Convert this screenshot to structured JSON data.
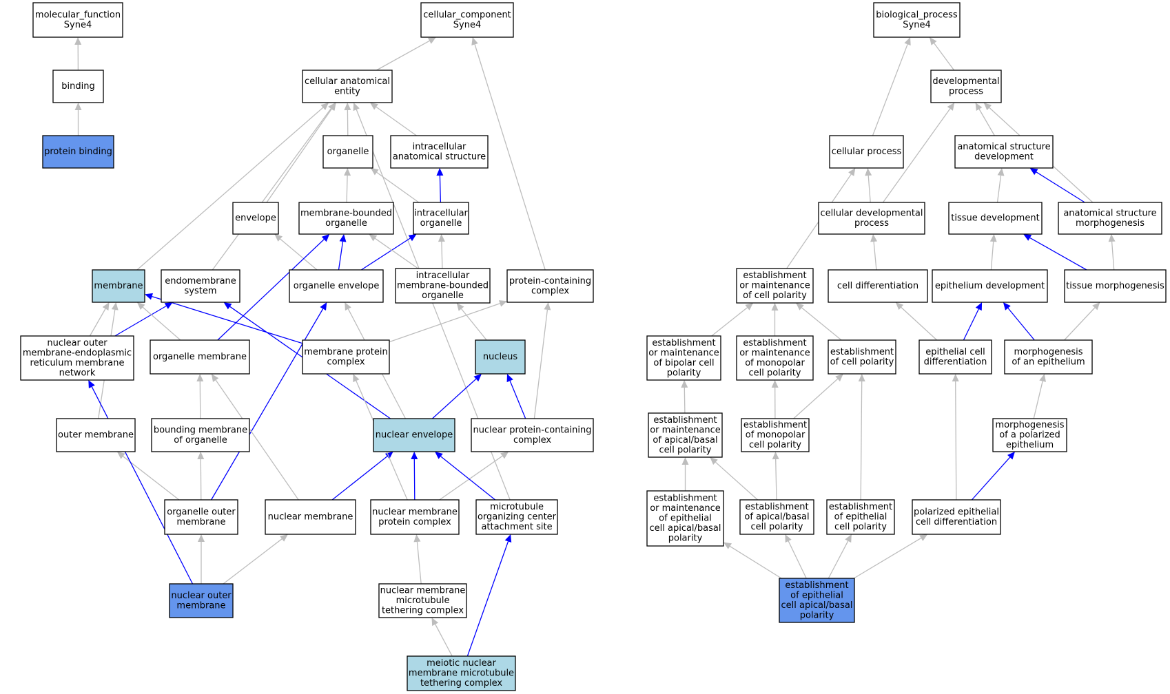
{
  "colors": {
    "node_default": "#ffffff",
    "node_light": "#add8e6",
    "node_dark": "#6495ed",
    "edge_gray": "#bdbdbd",
    "edge_blue": "#0000ff"
  },
  "nodes": [
    {
      "id": "mf",
      "lines": [
        "molecular_function",
        "Syne4"
      ],
      "style": "default"
    },
    {
      "id": "binding",
      "lines": [
        "binding"
      ],
      "style": "default"
    },
    {
      "id": "protbind",
      "lines": [
        "protein binding"
      ],
      "style": "dark"
    },
    {
      "id": "cc",
      "lines": [
        "cellular_component",
        "Syne4"
      ],
      "style": "default"
    },
    {
      "id": "cae",
      "lines": [
        "cellular anatomical",
        "entity"
      ],
      "style": "default"
    },
    {
      "id": "organelle",
      "lines": [
        "organelle"
      ],
      "style": "default"
    },
    {
      "id": "ias",
      "lines": [
        "intracellular",
        "anatomical structure"
      ],
      "style": "default"
    },
    {
      "id": "envelope",
      "lines": [
        "envelope"
      ],
      "style": "default"
    },
    {
      "id": "mbo",
      "lines": [
        "membrane-bounded",
        "organelle"
      ],
      "style": "default"
    },
    {
      "id": "io",
      "lines": [
        "intracellular",
        "organelle"
      ],
      "style": "default"
    },
    {
      "id": "membrane",
      "lines": [
        "membrane"
      ],
      "style": "light"
    },
    {
      "id": "endo",
      "lines": [
        "endomembrane",
        "system"
      ],
      "style": "default"
    },
    {
      "id": "orgenv",
      "lines": [
        "organelle envelope"
      ],
      "style": "default"
    },
    {
      "id": "imbo",
      "lines": [
        "intracellular",
        "membrane-bounded",
        "organelle"
      ],
      "style": "default"
    },
    {
      "id": "pcc",
      "lines": [
        "protein-containing",
        "complex"
      ],
      "style": "default"
    },
    {
      "id": "nomer",
      "lines": [
        "nuclear outer",
        "membrane-endoplasmic",
        "reticulum membrane",
        "network"
      ],
      "style": "default"
    },
    {
      "id": "orgmem",
      "lines": [
        "organelle membrane"
      ],
      "style": "default"
    },
    {
      "id": "mpc",
      "lines": [
        "membrane protein",
        "complex"
      ],
      "style": "default"
    },
    {
      "id": "nucleus",
      "lines": [
        "nucleus"
      ],
      "style": "light"
    },
    {
      "id": "outermem",
      "lines": [
        "outer membrane"
      ],
      "style": "default"
    },
    {
      "id": "bmo",
      "lines": [
        "bounding membrane",
        "of organelle"
      ],
      "style": "default"
    },
    {
      "id": "nucenv",
      "lines": [
        "nuclear envelope"
      ],
      "style": "light"
    },
    {
      "id": "npcc",
      "lines": [
        "nuclear protein-containing",
        "complex"
      ],
      "style": "default"
    },
    {
      "id": "orgouter",
      "lines": [
        "organelle outer",
        "membrane"
      ],
      "style": "default"
    },
    {
      "id": "nucmem",
      "lines": [
        "nuclear membrane"
      ],
      "style": "default"
    },
    {
      "id": "nmpc",
      "lines": [
        "nuclear membrane",
        "protein complex"
      ],
      "style": "default"
    },
    {
      "id": "mtoc",
      "lines": [
        "microtubule",
        "organizing center",
        "attachment site"
      ],
      "style": "default"
    },
    {
      "id": "nom",
      "lines": [
        "nuclear outer",
        "membrane"
      ],
      "style": "dark"
    },
    {
      "id": "nmmtc",
      "lines": [
        "nuclear membrane",
        "microtubule",
        "tethering complex"
      ],
      "style": "default"
    },
    {
      "id": "meiotic",
      "lines": [
        "meiotic nuclear",
        "membrane microtubule",
        "tethering complex"
      ],
      "style": "light"
    },
    {
      "id": "bp",
      "lines": [
        "biological_process",
        "Syne4"
      ],
      "style": "default"
    },
    {
      "id": "devproc",
      "lines": [
        "developmental",
        "process"
      ],
      "style": "default"
    },
    {
      "id": "cellproc",
      "lines": [
        "cellular process"
      ],
      "style": "default"
    },
    {
      "id": "asd",
      "lines": [
        "anatomical structure",
        "development"
      ],
      "style": "default"
    },
    {
      "id": "cdp",
      "lines": [
        "cellular developmental",
        "process"
      ],
      "style": "default"
    },
    {
      "id": "tissuedev",
      "lines": [
        "tissue development"
      ],
      "style": "default"
    },
    {
      "id": "asm",
      "lines": [
        "anatomical structure",
        "morphogenesis"
      ],
      "style": "default"
    },
    {
      "id": "emcp",
      "lines": [
        "establishment",
        "or maintenance",
        "of cell polarity"
      ],
      "style": "default"
    },
    {
      "id": "celldiff",
      "lines": [
        "cell differentiation"
      ],
      "style": "default"
    },
    {
      "id": "epidev",
      "lines": [
        "epithelium development"
      ],
      "style": "default"
    },
    {
      "id": "tissuemorph",
      "lines": [
        "tissue morphogenesis"
      ],
      "style": "default"
    },
    {
      "id": "embcp",
      "lines": [
        "establishment",
        "or maintenance",
        "of bipolar cell",
        "polarity"
      ],
      "style": "default"
    },
    {
      "id": "emmcp",
      "lines": [
        "establishment",
        "or maintenance",
        "of monopolar",
        "cell polarity"
      ],
      "style": "default"
    },
    {
      "id": "ecp",
      "lines": [
        "establishment",
        "of cell polarity"
      ],
      "style": "default"
    },
    {
      "id": "epicelldiff",
      "lines": [
        "epithelial cell",
        "differentiation"
      ],
      "style": "default"
    },
    {
      "id": "moae",
      "lines": [
        "morphogenesis",
        "of an epithelium"
      ],
      "style": "default"
    },
    {
      "id": "emabcp",
      "lines": [
        "establishment",
        "or maintenance",
        "of apical/basal",
        "cell polarity"
      ],
      "style": "default"
    },
    {
      "id": "emocp",
      "lines": [
        "establishment",
        "of monopolar",
        "cell polarity"
      ],
      "style": "default"
    },
    {
      "id": "mpe",
      "lines": [
        "morphogenesis",
        "of a polarized",
        "epithelium"
      ],
      "style": "default"
    },
    {
      "id": "emeabp",
      "lines": [
        "establishment",
        "or maintenance",
        "of epithelial",
        "cell apical/basal",
        "polarity"
      ],
      "style": "default"
    },
    {
      "id": "eabcp",
      "lines": [
        "establishment",
        "of apical/basal",
        "cell polarity"
      ],
      "style": "default"
    },
    {
      "id": "eecp",
      "lines": [
        "establishment",
        "of epithelial",
        "cell polarity"
      ],
      "style": "default"
    },
    {
      "id": "pecd",
      "lines": [
        "polarized epithelial",
        "cell differentiation"
      ],
      "style": "default"
    },
    {
      "id": "eeabp",
      "lines": [
        "establishment",
        "of epithelial",
        "cell apical/basal",
        "polarity"
      ],
      "style": "dark"
    }
  ],
  "edges": [
    {
      "from": "binding",
      "to": "mf",
      "color": "gray"
    },
    {
      "from": "protbind",
      "to": "binding",
      "color": "gray"
    },
    {
      "from": "cae",
      "to": "cc",
      "color": "gray"
    },
    {
      "from": "pcc",
      "to": "cc",
      "color": "gray"
    },
    {
      "from": "organelle",
      "to": "cae",
      "color": "gray"
    },
    {
      "from": "ias",
      "to": "cae",
      "color": "gray"
    },
    {
      "from": "envelope",
      "to": "cae",
      "color": "gray"
    },
    {
      "from": "membrane",
      "to": "cae",
      "color": "gray"
    },
    {
      "from": "endo",
      "to": "cae",
      "color": "gray"
    },
    {
      "from": "mtoc",
      "to": "cae",
      "color": "gray"
    },
    {
      "from": "mbo",
      "to": "organelle",
      "color": "gray"
    },
    {
      "from": "io",
      "to": "organelle",
      "color": "gray"
    },
    {
      "from": "io",
      "to": "ias",
      "color": "blue"
    },
    {
      "from": "orgenv",
      "to": "envelope",
      "color": "gray"
    },
    {
      "from": "orgenv",
      "to": "mbo",
      "color": "blue"
    },
    {
      "from": "orgenv",
      "to": "io",
      "color": "blue"
    },
    {
      "from": "imbo",
      "to": "mbo",
      "color": "gray"
    },
    {
      "from": "imbo",
      "to": "io",
      "color": "gray"
    },
    {
      "from": "nomer",
      "to": "membrane",
      "color": "gray"
    },
    {
      "from": "nomer",
      "to": "endo",
      "color": "blue"
    },
    {
      "from": "orgmem",
      "to": "membrane",
      "color": "gray"
    },
    {
      "from": "orgmem",
      "to": "mbo",
      "color": "blue"
    },
    {
      "from": "mpc",
      "to": "membrane",
      "color": "blue"
    },
    {
      "from": "mpc",
      "to": "pcc",
      "color": "gray"
    },
    {
      "from": "outermem",
      "to": "membrane",
      "color": "gray"
    },
    {
      "from": "nucleus",
      "to": "imbo",
      "color": "gray"
    },
    {
      "from": "nucenv",
      "to": "endo",
      "color": "blue"
    },
    {
      "from": "nucenv",
      "to": "orgenv",
      "color": "gray"
    },
    {
      "from": "nucenv",
      "to": "nucleus",
      "color": "blue"
    },
    {
      "from": "npcc",
      "to": "nucleus",
      "color": "blue"
    },
    {
      "from": "npcc",
      "to": "pcc",
      "color": "gray"
    },
    {
      "from": "bmo",
      "to": "orgmem",
      "color": "gray"
    },
    {
      "from": "orgouter",
      "to": "outermem",
      "color": "gray"
    },
    {
      "from": "orgouter",
      "to": "bmo",
      "color": "gray"
    },
    {
      "from": "orgouter",
      "to": "orgenv",
      "color": "blue"
    },
    {
      "from": "nucmem",
      "to": "orgmem",
      "color": "gray"
    },
    {
      "from": "nucmem",
      "to": "nucenv",
      "color": "blue"
    },
    {
      "from": "nmpc",
      "to": "mpc",
      "color": "gray"
    },
    {
      "from": "nmpc",
      "to": "nucenv",
      "color": "blue"
    },
    {
      "from": "nmpc",
      "to": "npcc",
      "color": "gray"
    },
    {
      "from": "mtoc",
      "to": "nucenv",
      "color": "blue"
    },
    {
      "from": "nom",
      "to": "nomer",
      "color": "blue"
    },
    {
      "from": "nom",
      "to": "orgouter",
      "color": "gray"
    },
    {
      "from": "nom",
      "to": "nucmem",
      "color": "gray"
    },
    {
      "from": "nmmtc",
      "to": "nmpc",
      "color": "gray"
    },
    {
      "from": "meiotic",
      "to": "nmmtc",
      "color": "gray"
    },
    {
      "from": "meiotic",
      "to": "mtoc",
      "color": "blue"
    },
    {
      "from": "devproc",
      "to": "bp",
      "color": "gray"
    },
    {
      "from": "cellproc",
      "to": "bp",
      "color": "gray"
    },
    {
      "from": "asd",
      "to": "devproc",
      "color": "gray"
    },
    {
      "from": "cdp",
      "to": "devproc",
      "color": "gray"
    },
    {
      "from": "asm",
      "to": "devproc",
      "color": "gray"
    },
    {
      "from": "cdp",
      "to": "cellproc",
      "color": "gray"
    },
    {
      "from": "emcp",
      "to": "cellproc",
      "color": "gray"
    },
    {
      "from": "tissuedev",
      "to": "asd",
      "color": "gray"
    },
    {
      "from": "asm",
      "to": "asd",
      "color": "blue"
    },
    {
      "from": "celldiff",
      "to": "cdp",
      "color": "gray"
    },
    {
      "from": "epidev",
      "to": "tissuedev",
      "color": "gray"
    },
    {
      "from": "tissuemorph",
      "to": "tissuedev",
      "color": "blue"
    },
    {
      "from": "tissuemorph",
      "to": "asm",
      "color": "gray"
    },
    {
      "from": "embcp",
      "to": "emcp",
      "color": "gray"
    },
    {
      "from": "emmcp",
      "to": "emcp",
      "color": "gray"
    },
    {
      "from": "ecp",
      "to": "emcp",
      "color": "gray"
    },
    {
      "from": "epicelldiff",
      "to": "celldiff",
      "color": "gray"
    },
    {
      "from": "epicelldiff",
      "to": "epidev",
      "color": "blue"
    },
    {
      "from": "moae",
      "to": "epidev",
      "color": "blue"
    },
    {
      "from": "moae",
      "to": "tissuemorph",
      "color": "gray"
    },
    {
      "from": "emabcp",
      "to": "embcp",
      "color": "gray"
    },
    {
      "from": "emocp",
      "to": "emmcp",
      "color": "gray"
    },
    {
      "from": "emocp",
      "to": "ecp",
      "color": "gray"
    },
    {
      "from": "mpe",
      "to": "moae",
      "color": "gray"
    },
    {
      "from": "emeabp",
      "to": "emabcp",
      "color": "gray"
    },
    {
      "from": "eabcp",
      "to": "emabcp",
      "color": "gray"
    },
    {
      "from": "eabcp",
      "to": "emocp",
      "color": "gray"
    },
    {
      "from": "eecp",
      "to": "ecp",
      "color": "gray"
    },
    {
      "from": "pecd",
      "to": "epicelldiff",
      "color": "gray"
    },
    {
      "from": "pecd",
      "to": "mpe",
      "color": "blue"
    },
    {
      "from": "eeabp",
      "to": "emeabp",
      "color": "gray"
    },
    {
      "from": "eeabp",
      "to": "eabcp",
      "color": "gray"
    },
    {
      "from": "eeabp",
      "to": "eecp",
      "color": "gray"
    },
    {
      "from": "eeabp",
      "to": "pecd",
      "color": "gray"
    }
  ]
}
